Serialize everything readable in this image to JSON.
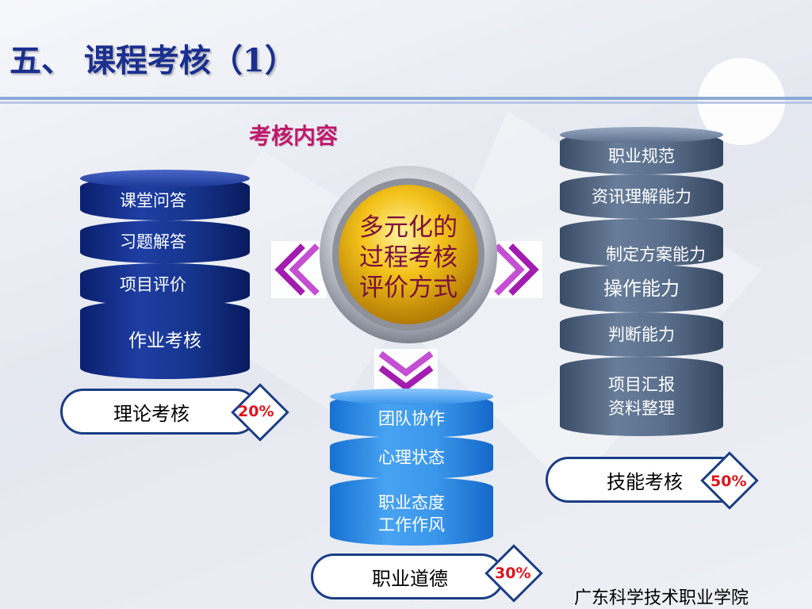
{
  "title": "五、 课程考核（1）",
  "subtitle": "考核内容",
  "center": {
    "lines": [
      "多元化的",
      "过程考核",
      "评价方式"
    ]
  },
  "theory": {
    "items": [
      "课堂问答",
      "习题解答",
      "项目评价",
      "作业考核"
    ],
    "label": "理论考核",
    "percent": "20%"
  },
  "ethics": {
    "items": [
      "团队协作",
      "心理状态",
      "职业态度\n工作作风"
    ],
    "label": "职业道德",
    "percent": "30%"
  },
  "skill": {
    "items": [
      "职业规范",
      "资讯理解能力",
      "制定方案能力",
      "操作能力",
      "判断能力",
      "项目汇报\n资料整理"
    ],
    "label": "技能考核",
    "percent": "50%"
  },
  "footer": "广东科学技术职业学院",
  "colors": {
    "title": "#1b2f8f",
    "subtitle": "#c2186b",
    "percent": "#e0141e",
    "center_text": "#7a0f3c",
    "arrow": "#a21cb0"
  }
}
